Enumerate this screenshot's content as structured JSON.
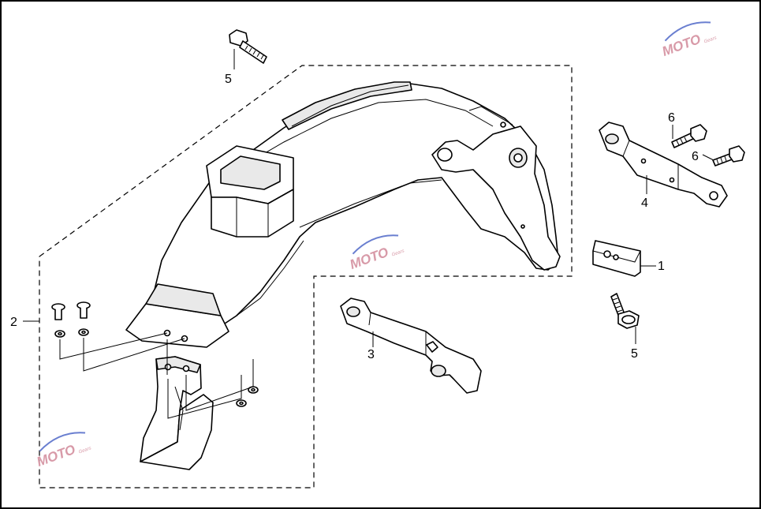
{
  "callouts": [
    {
      "id": "callout-1",
      "label": "1"
    },
    {
      "id": "callout-2",
      "label": "2"
    },
    {
      "id": "callout-3",
      "label": "3"
    },
    {
      "id": "callout-4",
      "label": "4"
    },
    {
      "id": "callout-5-top",
      "label": "5"
    },
    {
      "id": "callout-5-right",
      "label": "5"
    },
    {
      "id": "callout-6-top",
      "label": "6"
    },
    {
      "id": "callout-6-right",
      "label": "6"
    }
  ],
  "watermark": {
    "text": "MOTO",
    "subtext": "Gears"
  },
  "colors": {
    "line": "#000000",
    "background": "#ffffff",
    "watermark": "#d89aa8",
    "watermark_accent": "#6a7fd0"
  }
}
